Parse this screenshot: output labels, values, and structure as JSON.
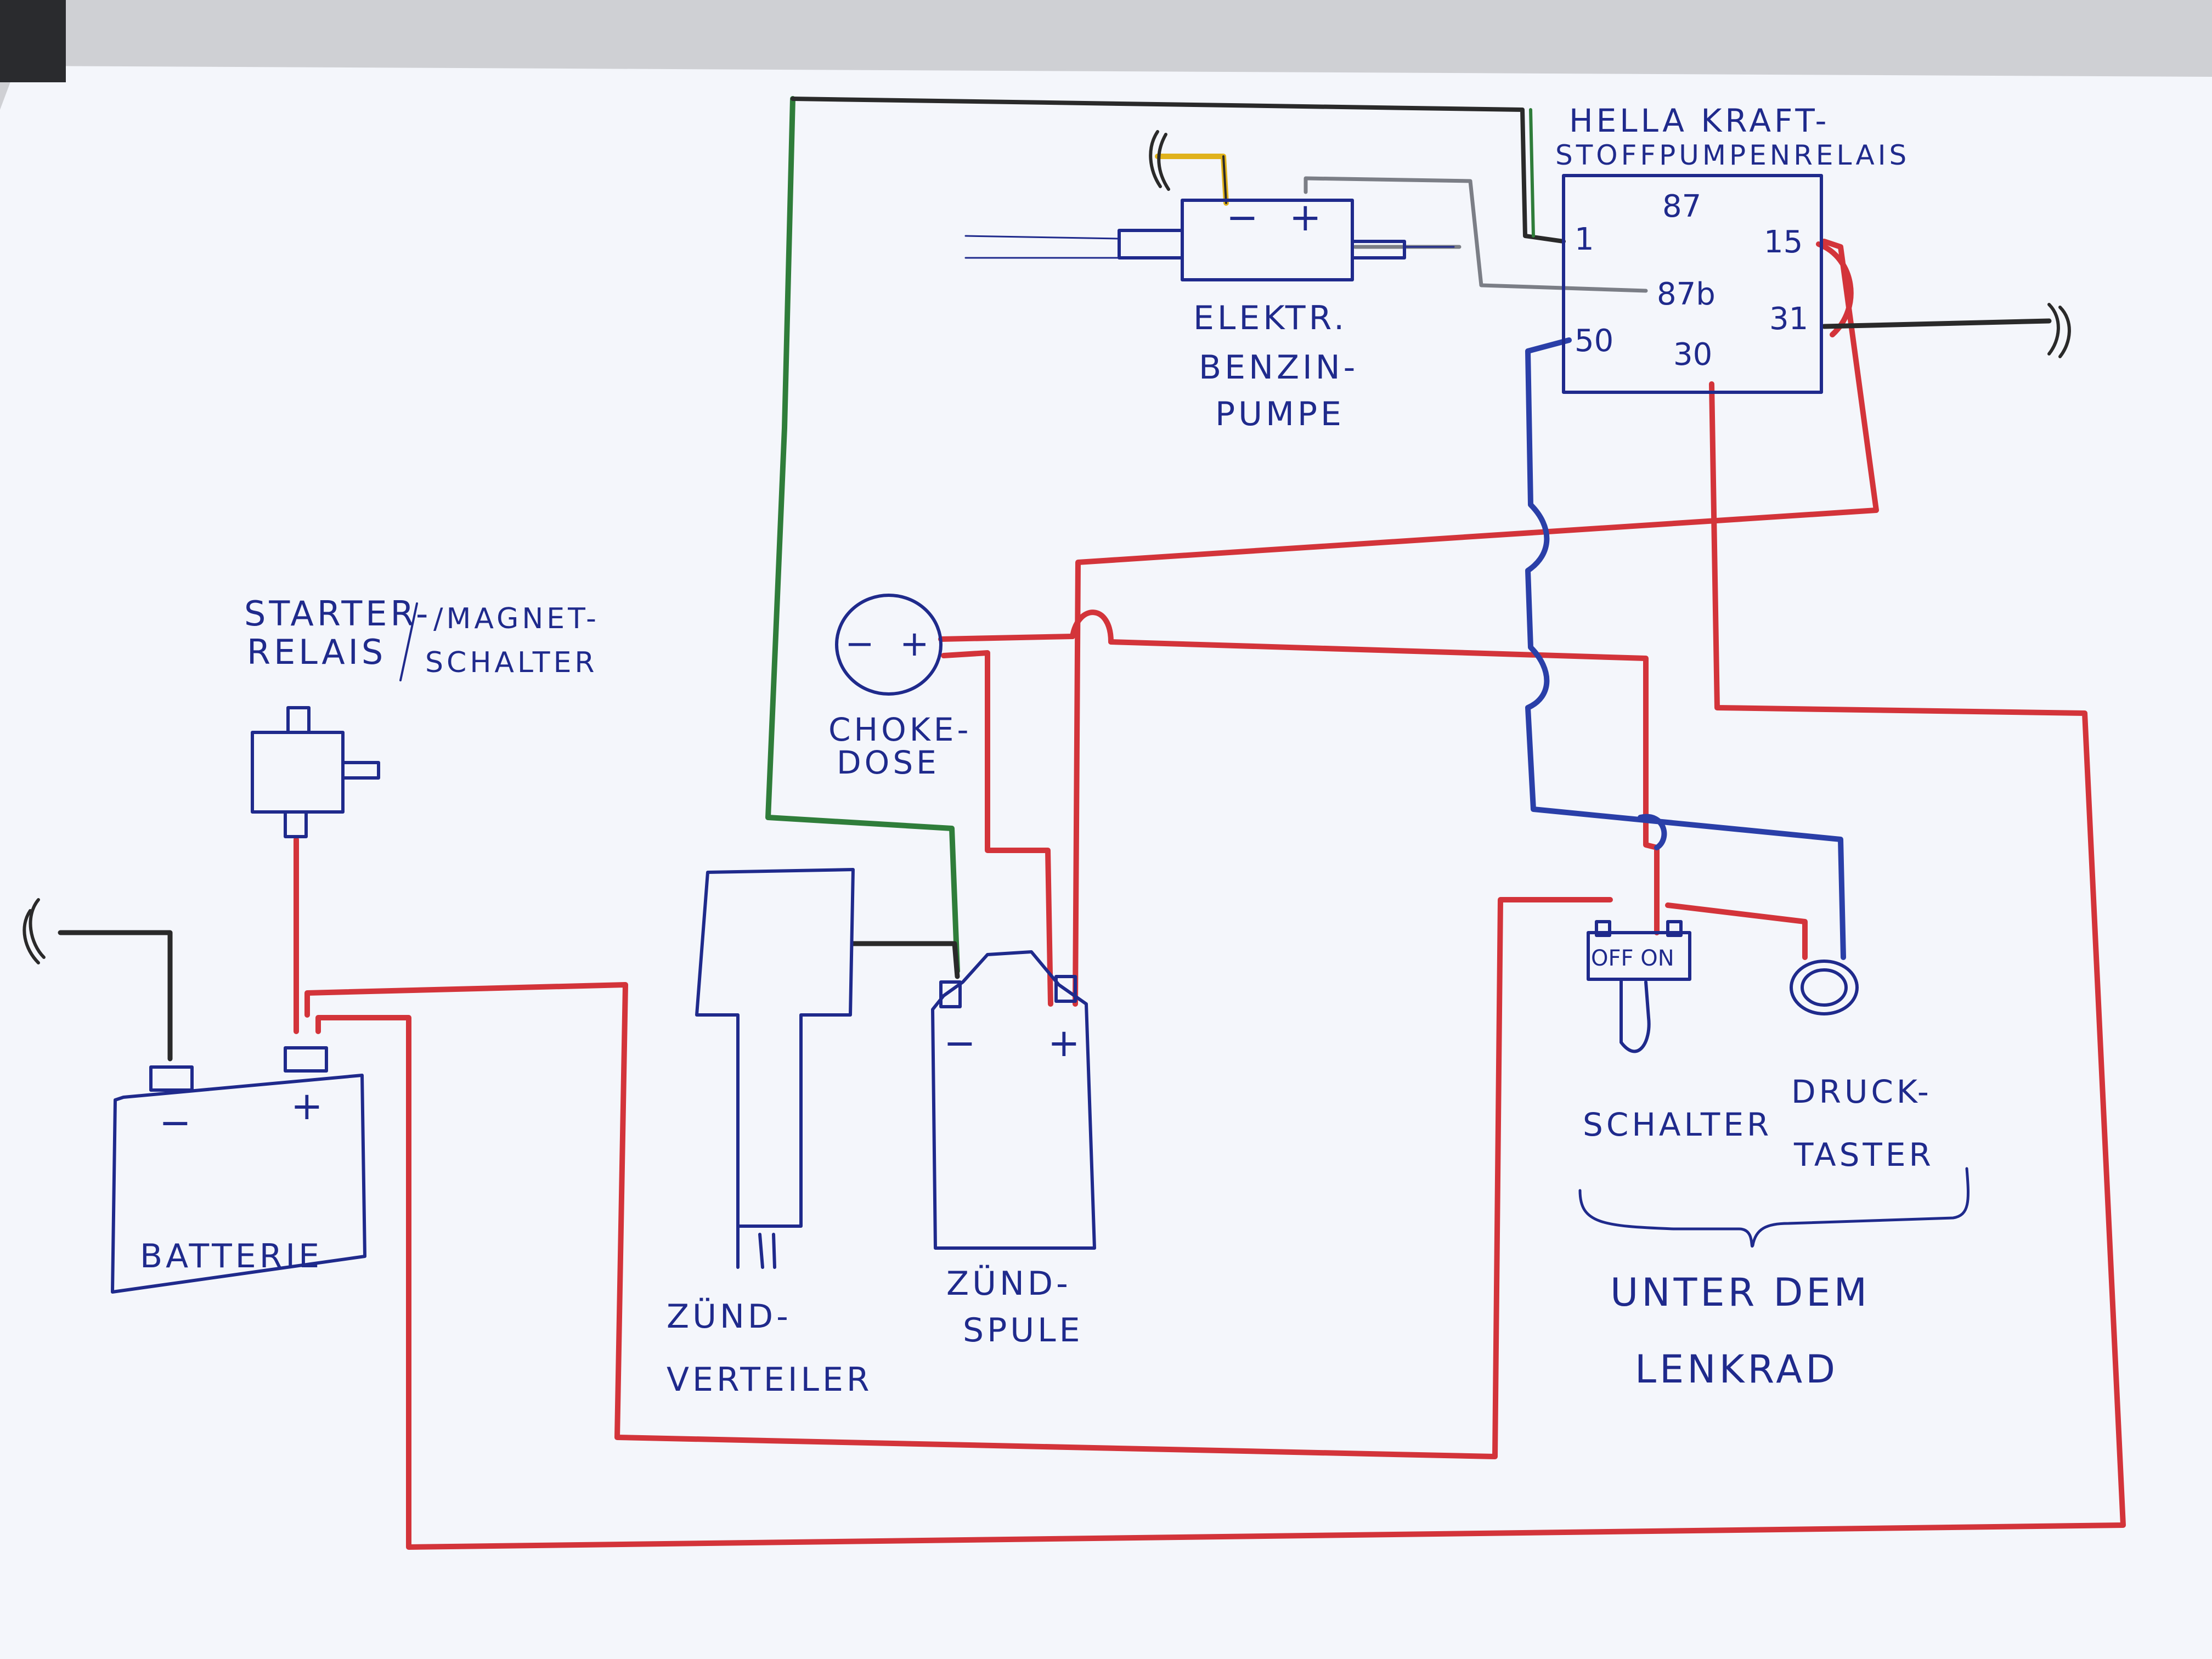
{
  "labels": {
    "hella_line1": "HELLA KRAFT-",
    "hella_line2": "STOFFPUMPENRELAIS",
    "pump_line1": "ELEKTR.",
    "pump_line2": "BENZIN-",
    "pump_line3": "PUMPE",
    "pump_minus": "−",
    "pump_plus": "+",
    "relay_pin_87": "87",
    "relay_pin_1": "1",
    "relay_pin_87b": "87b",
    "relay_pin_15": "15",
    "relay_pin_31": "31",
    "relay_pin_50": "50",
    "relay_pin_30": "30",
    "starter_line1": "STARTER-",
    "starter_line2": "RELAIS",
    "magnet_line1": "/MAGNET-",
    "magnet_line2": "SCHALTER",
    "choke_minus": "−",
    "choke_plus": "+",
    "choke_line1": "CHOKE-",
    "choke_line2": "DOSE",
    "battery_minus": "−",
    "battery_plus": "+",
    "battery_label": "BATTERIE",
    "coil_minus": "−",
    "coil_plus": "+",
    "distributor_line1": "ZÜND-",
    "distributor_line2": "VERTEILER",
    "coil_line1": "ZÜND-",
    "coil_line2": "SPULE",
    "switch_marking": "OFF ON",
    "switch_label": "SCHALTER",
    "button_line1": "DRUCK-",
    "button_line2": "TASTER",
    "group_line1": "UNTER DEM",
    "group_line2": "LENKRAD"
  },
  "colors": {
    "paper": "#f4f6fb",
    "ink_blue": "#1f2a8c",
    "wire_red": "#d3343a",
    "wire_blue": "#2a3fa8",
    "wire_black": "#2a2a2a",
    "wire_green": "#2f7d3a",
    "wire_gray": "#7b7e86",
    "wire_yellow": "#e0b21c"
  }
}
